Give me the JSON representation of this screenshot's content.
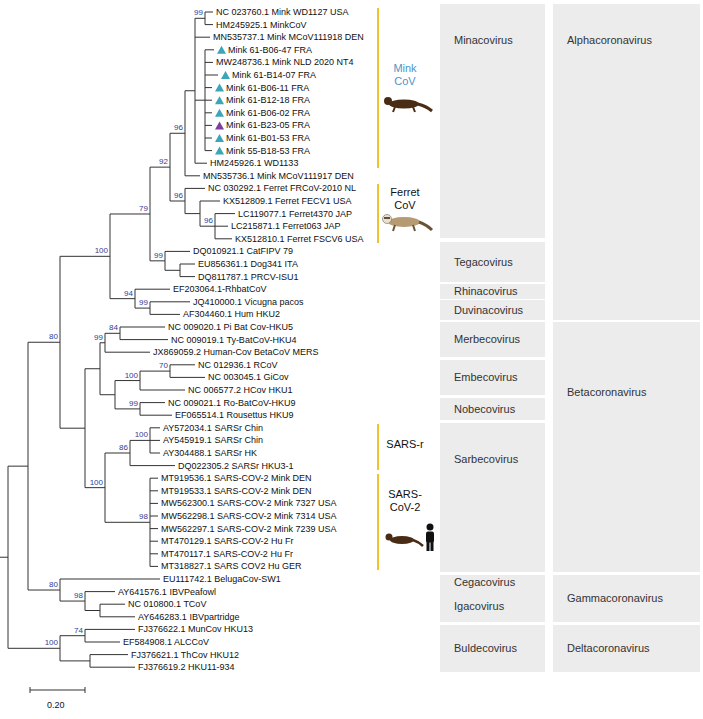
{
  "diagram": {
    "nodes": [
      {
        "text": [
          "Minacovirus"
        ]
      },
      {
        "text": [
          "Alphacoronavirus"
        ]
      },
      {
        "text": [
          "Tegacovirus"
        ]
      },
      {
        "text": [
          "Rhinacovirus"
        ]
      },
      {
        "text": [
          "Duvinacovirus"
        ]
      },
      {
        "text": [
          "Merbecovirus"
        ]
      },
      {
        "text": [
          "Betacoronavirus"
        ]
      },
      {
        "text": [
          "Embecovirus"
        ]
      },
      {
        "text": [
          "Nobecovirus"
        ]
      },
      {
        "text": [
          "Sarbecovirus"
        ]
      },
      {
        "text": [
          "Cegacovirus"
        ]
      },
      {
        "text": [
          "Gammacoronavirus"
        ]
      },
      {
        "text": [
          "Igacovirus"
        ]
      },
      {
        "text": [
          "Buldecovirus"
        ]
      },
      {
        "text": [
          "Deltacoronavirus"
        ]
      }
    ],
    "labels": [
      "NC 023760.1 Mink WD1127 USA",
      "HM245925.1 MinkCoV",
      "MN535737.1 Mink MCoV111918 DEN",
      "Mink 61-B06-47 FRA",
      "MW248736.1 Mink NLD 2020 NT4",
      "Mink 61-B14-07 FRA",
      "Mink 61-B06-11 FRA",
      "Mink 61-B12-18 FRA",
      "Mink 61-B06-02 FRA",
      "Mink 61-B23-05 FRA",
      "Mink 61-B01-53 FRA",
      "Mink 55-B18-53 FRA",
      "HM245926.1 WD1133",
      "MN535736.1 Mink MCoV111917 DEN",
      "NC 030292.1 Ferret FRCoV-2010 NL",
      "KX512809.1 Ferret FECV1 USA",
      "LC119077.1 Ferret4370 JAP",
      "LC215871.1 Ferret063 JAP",
      "KX512810.1 Ferret FSCV6 USA",
      "DQ010921.1 CatFIPV 79",
      "EU856361.1 Dog341 ITA",
      "DQ811787.1 PRCV-ISU1",
      "EF203064.1-RhbatCoV",
      "JQ410000.1 Vicugna pacos",
      "AF304460.1 Hum HKU2",
      "NC 009020.1 Pi Bat Cov-HKU5",
      "NC 009019.1 Ty-BatCoV-HKU4",
      "JX869059.2 Human-Cov BetaCoV MERS",
      "NC 012936.1 RCoV",
      "NC 003045.1 GiCov",
      "NC 006577.2 HCov HKU1",
      "NC 009021.1 Ro-BatCoV-HKU9",
      "EF065514.1 Rousettus HKU9",
      "AY572034.1 SARSr Chin",
      "AY545919.1 SARSr Chin",
      "AY304488.1 SARSr HK",
      "DQ022305.2 SARSr HKU3-1",
      "MT919536.1 SARS-COV-2 Mink DEN",
      "MT919533.1 SARS-COV-2 Mink DEN",
      "MW562300.1 SARS-COV-2 Mink 7327 USA",
      "MW562298.1 SARS-COV-2 Mink 7314 USA",
      "MW562297.1 SARS-COV-2 Mink 7239 USA",
      "MT470129.1 SARS-COV-2 Hu Fr",
      "MT470117.1 SARS-COV-2 Hu Fr",
      "MT318827.1 SARS COV2 Hu GER",
      "EU111742.1 BelugaCov-SW1",
      "AY641576.1 IBVPeafowl",
      "NC 010800.1 TCoV",
      "AY646283.1 IBVpartridge",
      "FJ376622.1 MunCov HKU13",
      "EF584908.1 ALCCoV",
      "FJ376621.1 ThCov HKU12",
      "FJ376619.2 HKU11-934",
      "99",
      "96",
      "92",
      "79",
      "96",
      "96",
      "100",
      "99",
      "94",
      "99",
      "80",
      "84",
      "99",
      "70",
      "100",
      "99",
      "100",
      "86",
      "100",
      "98",
      "80",
      "98",
      "74",
      "100",
      "Mink CoV",
      "Ferret CoV",
      "SARS-r",
      "SARS-CoV-2",
      "0.20"
    ]
  }
}
